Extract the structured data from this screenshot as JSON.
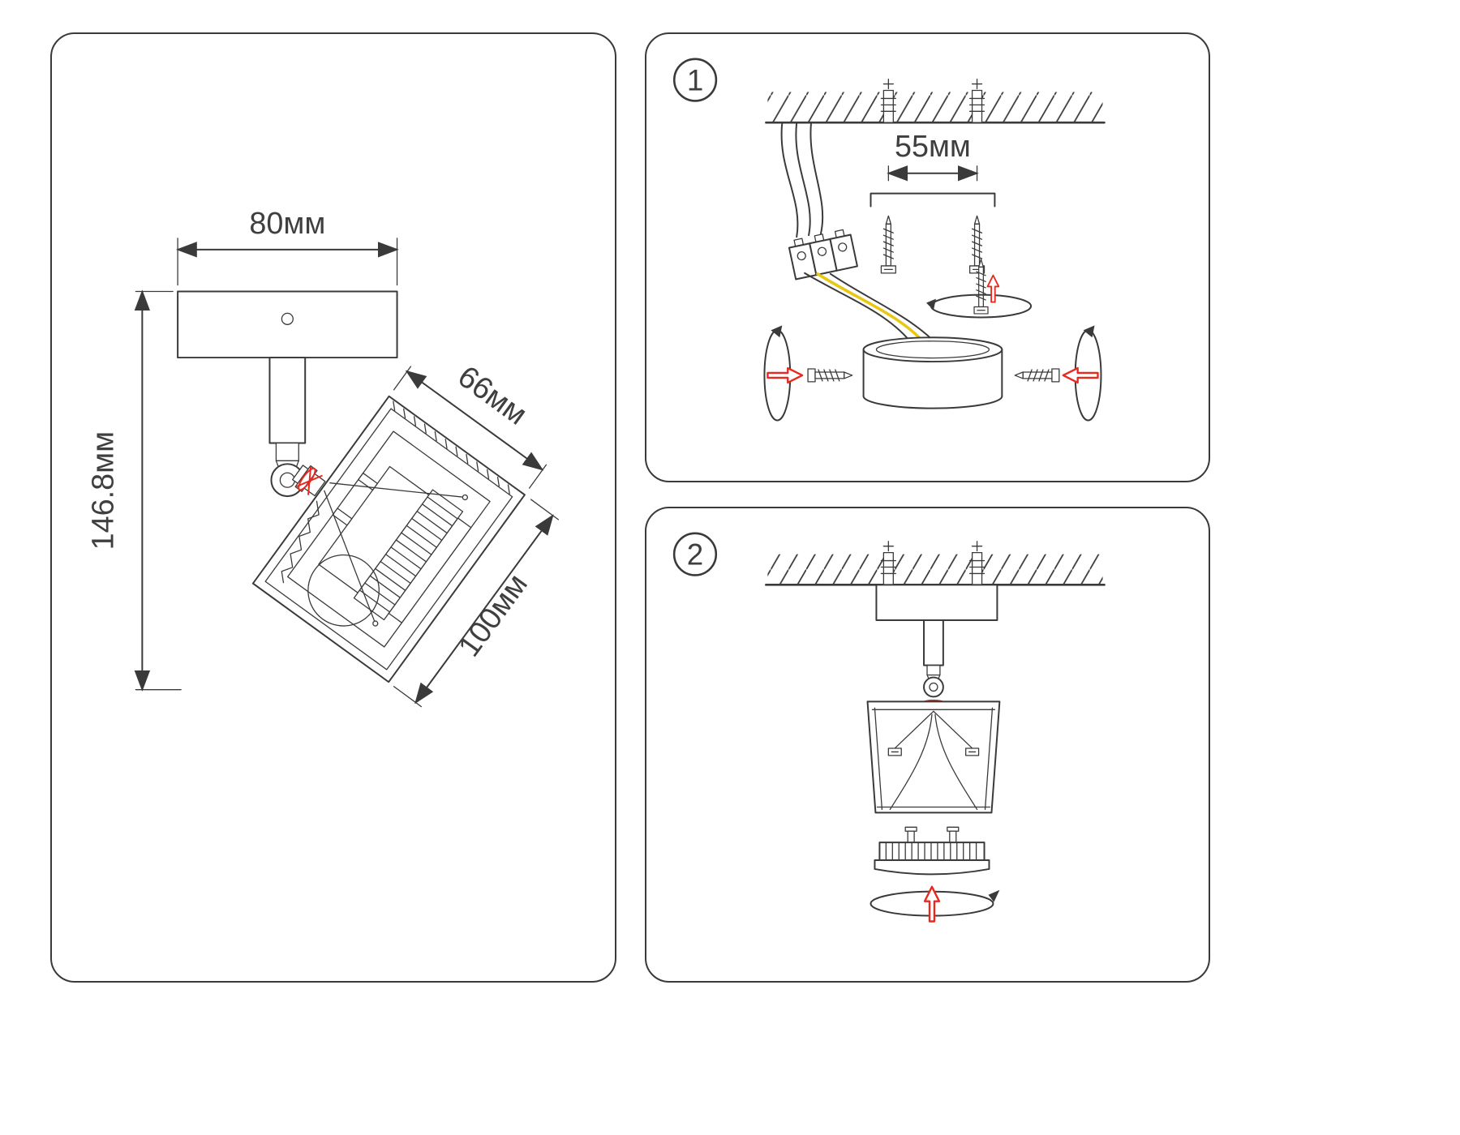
{
  "colors": {
    "accent-red": "#e8291f",
    "line": "#3a3a3a",
    "text-color": "#3f3f3f",
    "background": "#ffffff",
    "wire-yellow": "#e9c715"
  },
  "left_panel": {
    "dim_width": "80мм",
    "dim_depth": "66мм",
    "dim_height": "146.8мм",
    "dim_length": "100мм"
  },
  "step1": {
    "badge": "1",
    "dim_spacing": "55мм"
  },
  "step2": {
    "badge": "2"
  }
}
